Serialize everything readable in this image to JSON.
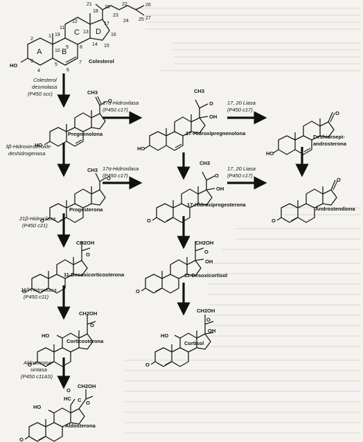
{
  "compounds": {
    "colesterol": "Colesterol",
    "pregnenolona": "Pregnenolona",
    "hidroxipregnenolona": "17-Hidroxipregnenolona",
    "dehidroepiandrosterona_1": "Deshidroepi-",
    "dehidroepiandrosterona_2": "androsterona",
    "progesterona": "Progesterona",
    "hidroxiprogesterona": "17-Hidroxiprogesterona",
    "androstendiona": "Androstendiona",
    "desoxicorticosterona": "11-Desoxicorticosterona",
    "desoxicortisol": "11-Desoxicortisol",
    "corticosterona": "Corticosterona",
    "cortisol": "Cortisol",
    "aldosterona": "Aldosterona"
  },
  "enzymes": {
    "desmolasa_1": "Colesterol",
    "desmolasa_2": "desmolasa",
    "desmolasa_3": "(P450 scc)",
    "hsd_1": "3β-Hidroxiesteroide",
    "hsd_2": "deshidrogenasa",
    "hidroxilasa17_1": "17α-Hidroxilasa",
    "hidroxilasa17_2": "(P450 c17)",
    "liasa_1": "17, 20 Liasa",
    "liasa_2": "(P450 c17)",
    "hidroxilasa21_1": "21β-Hidroxilasa",
    "hidroxilasa21_2": "(P450 c21)",
    "hidroxilasa11_1": "11β-Hidroxilasa",
    "hidroxilasa11_2": "(P450 c11)",
    "aldosintasa_1": "Aldosterona",
    "aldosintasa_2": "sintasa",
    "aldosintasa_3": "(P450 c11AS)"
  },
  "atoms": {
    "ch3": "CH3",
    "o": "O",
    "ho": "HO",
    "oh": "OH",
    "ch2oh": "CH2OH",
    "c": "C",
    "hc": "HC"
  },
  "ring_letters": [
    "A",
    "B",
    "C",
    "D"
  ],
  "carbon_numbers": [
    "1",
    "2",
    "3",
    "4",
    "5",
    "6",
    "7",
    "8",
    "9",
    "10",
    "11",
    "12",
    "13",
    "14",
    "15",
    "16",
    "17",
    "18",
    "19",
    "20",
    "21",
    "22",
    "23",
    "24",
    "25",
    "26",
    "27"
  ]
}
